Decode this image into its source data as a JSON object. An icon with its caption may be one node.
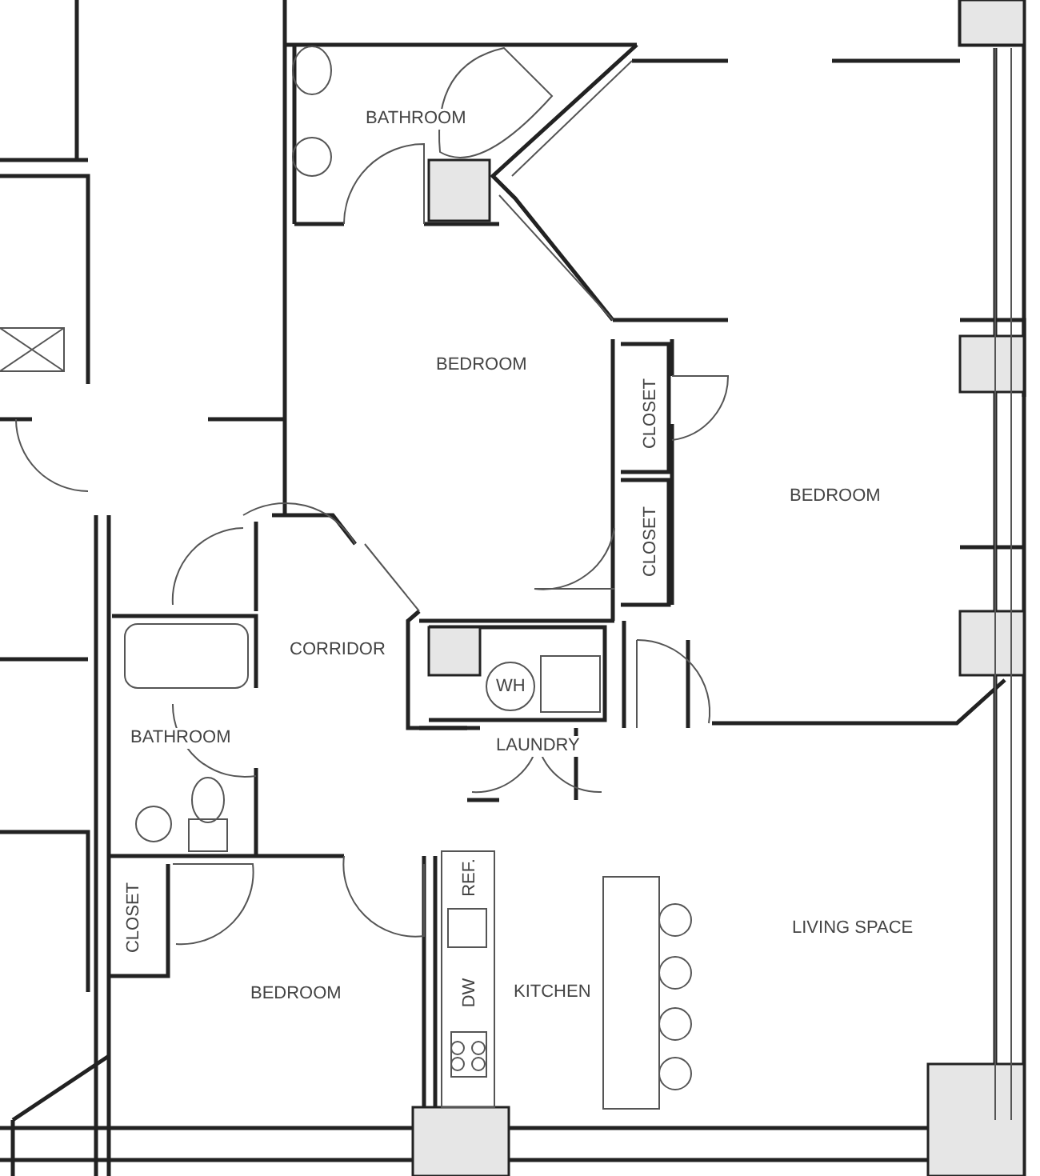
{
  "diagram": {
    "labels": [
      "BATHROOM",
      "BEDROOM",
      "CLOSET",
      "BEDROOM",
      "CLOSET",
      "CORRIDOR",
      "WH",
      "LAUNDRY",
      "BATHROOM",
      "REF.",
      "CLOSET",
      "LIVING SPACE",
      "DW",
      "KITCHEN",
      "BEDROOM"
    ]
  }
}
